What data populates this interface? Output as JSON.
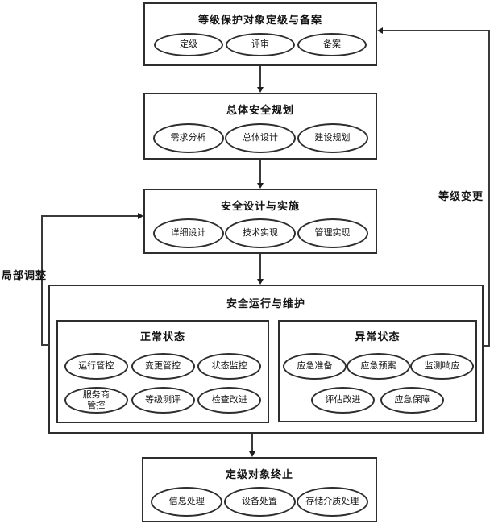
{
  "diagram": {
    "stage_grading": {
      "title": "等级保护对象定级与备案",
      "items": [
        "定级",
        "评审",
        "备案"
      ]
    },
    "stage_planning": {
      "title": "总体安全规划",
      "items": [
        "需求分析",
        "总体设计",
        "建设规划"
      ]
    },
    "stage_design": {
      "title": "安全设计与实施",
      "items": [
        "详细设计",
        "技术实现",
        "管理实现"
      ]
    },
    "stage_operation": {
      "title": "安全运行与维护",
      "normal": {
        "title": "正常状态",
        "items": [
          "运行管控",
          "变更管控",
          "状态监控",
          "服务商\n管控",
          "等级测评",
          "检查改进"
        ]
      },
      "abnormal": {
        "title": "异常状态",
        "items": [
          "应急准备",
          "应急预案",
          "监测响应",
          "评估改进",
          "应急保障"
        ]
      }
    },
    "stage_termination": {
      "title": "定级对象终止",
      "items": [
        "信息处理",
        "设备处置",
        "存储介质处理"
      ]
    },
    "feedback": {
      "right_label": "等级变更",
      "left_label": "局部调整"
    },
    "colors": {
      "background": "#ffffff",
      "border": "#2e2e2e",
      "line": "#3a3a3a",
      "text": "#141414"
    }
  }
}
